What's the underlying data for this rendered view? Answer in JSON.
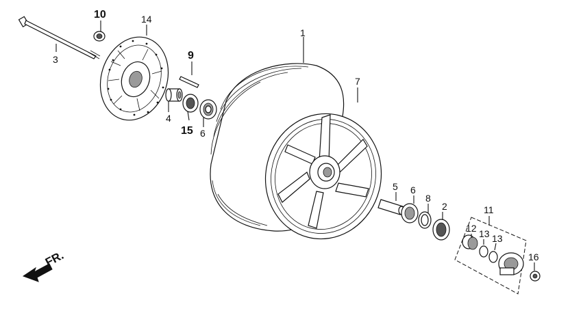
{
  "callouts": [
    {
      "id": "1",
      "text": "1",
      "bold": false
    },
    {
      "id": "2",
      "text": "2",
      "bold": false
    },
    {
      "id": "3",
      "text": "3",
      "bold": false
    },
    {
      "id": "4",
      "text": "4",
      "bold": false
    },
    {
      "id": "5",
      "text": "5",
      "bold": false
    },
    {
      "id": "6a",
      "text": "6",
      "bold": false
    },
    {
      "id": "6b",
      "text": "6",
      "bold": false
    },
    {
      "id": "7",
      "text": "7",
      "bold": false
    },
    {
      "id": "8",
      "text": "8",
      "bold": false
    },
    {
      "id": "9",
      "text": "9",
      "bold": true
    },
    {
      "id": "10",
      "text": "10",
      "bold": true
    },
    {
      "id": "11",
      "text": "11",
      "bold": false
    },
    {
      "id": "12",
      "text": "12",
      "bold": false
    },
    {
      "id": "13a",
      "text": "13",
      "bold": false
    },
    {
      "id": "13b",
      "text": "13",
      "bold": false
    },
    {
      "id": "14",
      "text": "14",
      "bold": false
    },
    {
      "id": "15",
      "text": "15",
      "bold": true
    },
    {
      "id": "16",
      "text": "16",
      "bold": false
    }
  ],
  "direction_marker": {
    "text": "FR.",
    "icon": "front-direction-arrow-icon"
  },
  "colors": {
    "line": "#111111",
    "background": "#ffffff",
    "shade": "#9a9a9a"
  }
}
